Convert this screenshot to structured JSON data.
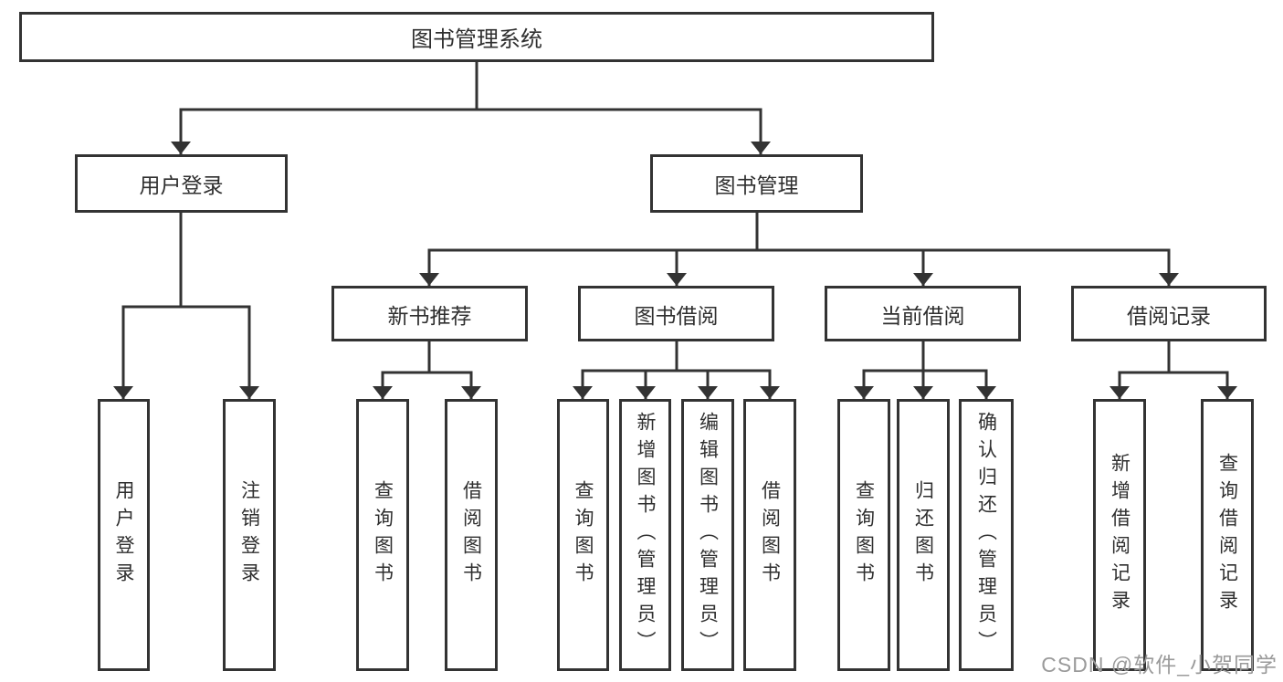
{
  "diagram": {
    "root": {
      "label": "图书管理系统"
    },
    "branches": [
      {
        "label": "用户登录",
        "children": [
          {
            "label": "用户登录"
          },
          {
            "label": "注销登录"
          }
        ]
      },
      {
        "label": "图书管理",
        "groups": [
          {
            "label": "新书推荐",
            "children": [
              {
                "label": "查询图书"
              },
              {
                "label": "借阅图书"
              }
            ]
          },
          {
            "label": "图书借阅",
            "children": [
              {
                "label": "查询图书"
              },
              {
                "label": "新增图书（管理员）"
              },
              {
                "label": "编辑图书（管理员）"
              },
              {
                "label": "借阅图书"
              }
            ]
          },
          {
            "label": "当前借阅",
            "children": [
              {
                "label": "查询图书"
              },
              {
                "label": "归还图书"
              },
              {
                "label": "确认归还（管理员）"
              }
            ]
          },
          {
            "label": "借阅记录",
            "children": [
              {
                "label": "新增借阅记录"
              },
              {
                "label": "查询借阅记录"
              }
            ]
          }
        ]
      }
    ]
  },
  "watermark": {
    "text": "CSDN @软件_小贺同学"
  },
  "colors": {
    "line": "#333333",
    "box_border": "#333333",
    "text": "#2f2f2f",
    "watermark": "#9a9a9a",
    "background": "#ffffff"
  }
}
